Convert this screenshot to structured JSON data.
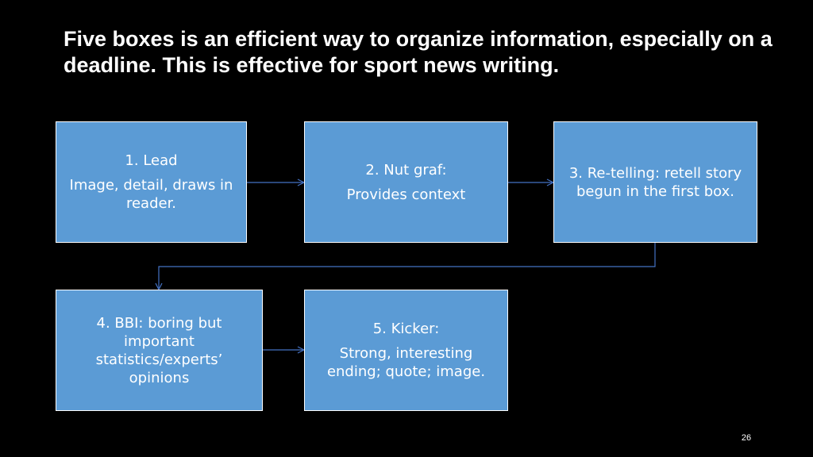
{
  "slide": {
    "title": "Five boxes is an efficient way to organize information, especially on a deadline. This is effective for sport news writing.",
    "page_number": "26"
  },
  "colors": {
    "background": "#000000",
    "box_fill": "#5b9bd5",
    "box_border": "#ffffff",
    "connector": "#4472c4",
    "text": "#ffffff"
  },
  "boxes": [
    {
      "heading": "1. Lead",
      "body": "Image, detail, draws in reader."
    },
    {
      "heading": "2. Nut graf:",
      "body": "Provides context"
    },
    {
      "heading": "",
      "body": "3. Re-telling: retell story begun in the first box."
    },
    {
      "heading": "",
      "body": "4. BBI: boring but important statistics/experts’ opinions"
    },
    {
      "heading": "5. Kicker:",
      "body": "Strong, interesting ending; quote; image."
    }
  ]
}
